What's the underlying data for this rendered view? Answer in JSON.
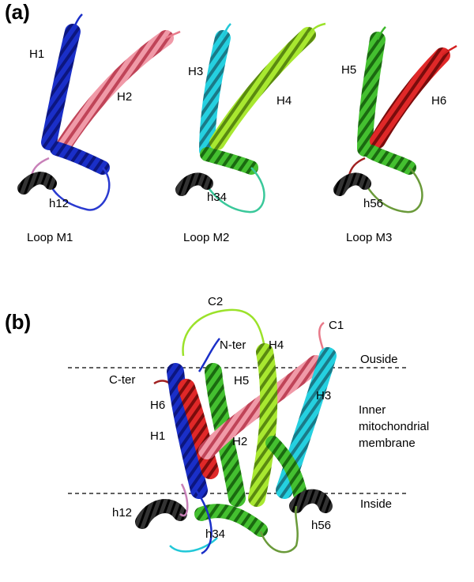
{
  "panel_a": {
    "label": "(a)",
    "loops": [
      {
        "name": "Loop M1",
        "helix_a": "H1",
        "helix_b": "H2",
        "short_helix": "h12",
        "colors": {
          "helix_a": "#1a2fc8",
          "helix_b": "#e87a8a",
          "short_helix": "#1a1a1a",
          "loop": "#2a3ad0"
        }
      },
      {
        "name": "Loop M2",
        "helix_a": "H3",
        "helix_b": "H4",
        "short_helix": "h34",
        "colors": {
          "helix_a": "#22c8d8",
          "helix_b": "#9be22a",
          "short_helix": "#1a1a1a",
          "loop": "#3ac89a"
        }
      },
      {
        "name": "Loop M3",
        "helix_a": "H5",
        "helix_b": "H6",
        "short_helix": "h56",
        "colors": {
          "helix_a": "#3cb82a",
          "helix_b": "#d42020",
          "short_helix": "#1a1a1a",
          "loop": "#6a9a3a"
        }
      }
    ]
  },
  "panel_b": {
    "label": "(b)",
    "labels": {
      "c2": "C2",
      "c1": "C1",
      "n_ter": "N-ter",
      "c_ter": "C-ter",
      "h1": "H1",
      "h2": "H2",
      "h3": "H3",
      "h4": "H4",
      "h5": "H5",
      "h6": "H6",
      "h12": "h12",
      "h34": "h34",
      "h56": "h56"
    },
    "regions": {
      "outside": "Ouside",
      "membrane_line1": "Inner",
      "membrane_line2": "mitochondrial",
      "membrane_line3": "membrane",
      "inside": "Inside"
    }
  }
}
